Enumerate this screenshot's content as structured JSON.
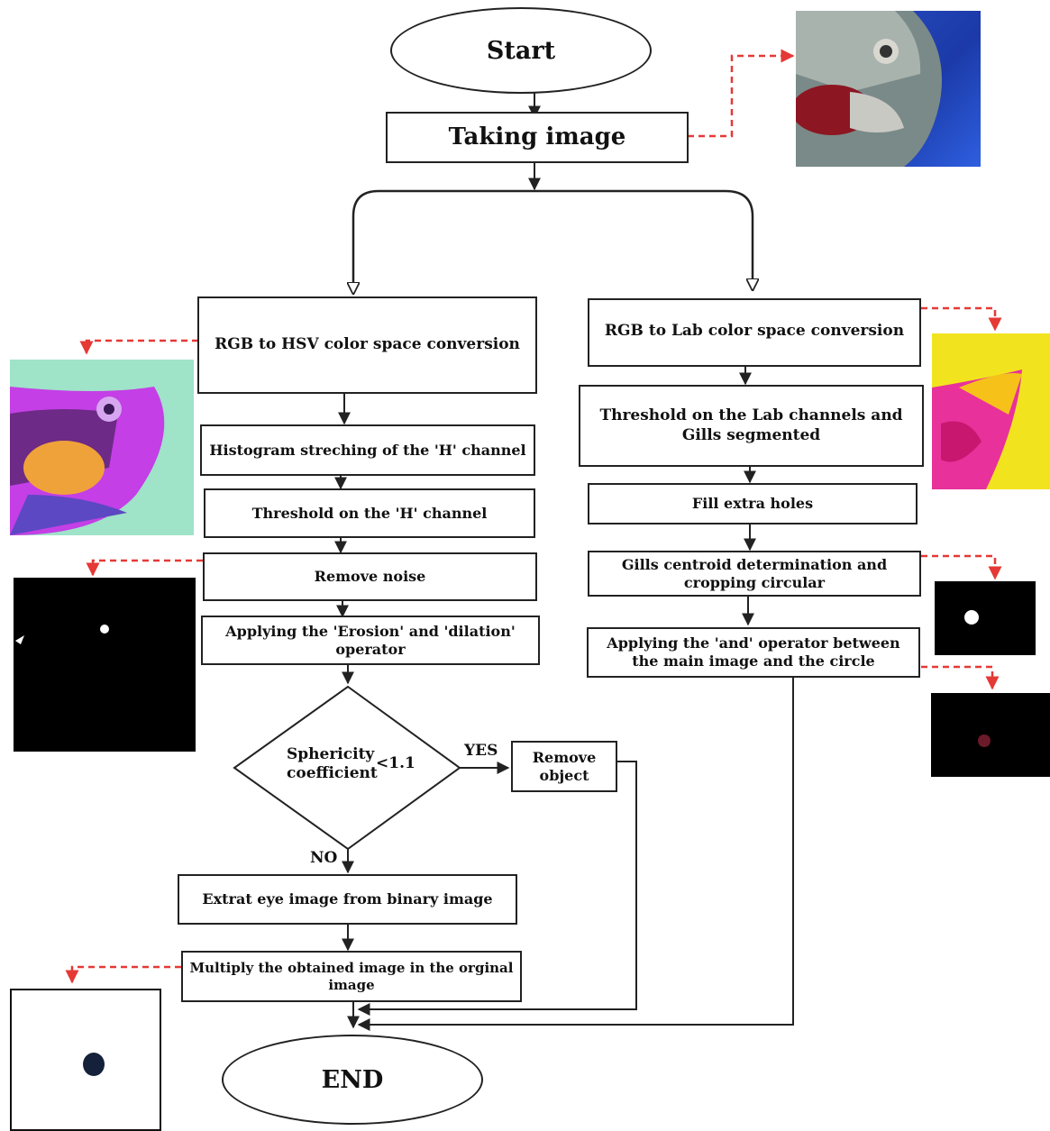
{
  "flow": {
    "start": "Start",
    "taking_image": "Taking image",
    "left": {
      "hsv": "RGB to HSV color space conversion",
      "hist": "Histogram streching of the 'H' channel",
      "thresh": "Threshold on the 'H' channel",
      "noise": "Remove noise",
      "erosion": "Applying the 'Erosion' and 'dilation' operator",
      "decision_line1": "Sphericity",
      "decision_line2": "coefficient",
      "decision_cond": "<1.1",
      "yes": "YES",
      "no": "NO",
      "remove": "Remove object",
      "extract": "Extrat eye image from binary image",
      "multiply": "Multiply the obtained image in the orginal image"
    },
    "right": {
      "lab": "RGB to Lab color space conversion",
      "thresh_lab": "Threshold on the Lab channels and Gills segmented",
      "fill": "Fill extra holes",
      "centroid": "Gills centroid determination and cropping circular",
      "and_op": "Applying the 'and' operator between the main image and the circle"
    },
    "end": "END"
  },
  "colors": {
    "line": "#222222",
    "dashed_link": "#e53935"
  },
  "images": [
    "fish-head-photo",
    "hsv-fish-image",
    "lab-fish-image",
    "binary-noise-image",
    "circle-mask-image",
    "masked-gill-image",
    "eye-result-image"
  ]
}
